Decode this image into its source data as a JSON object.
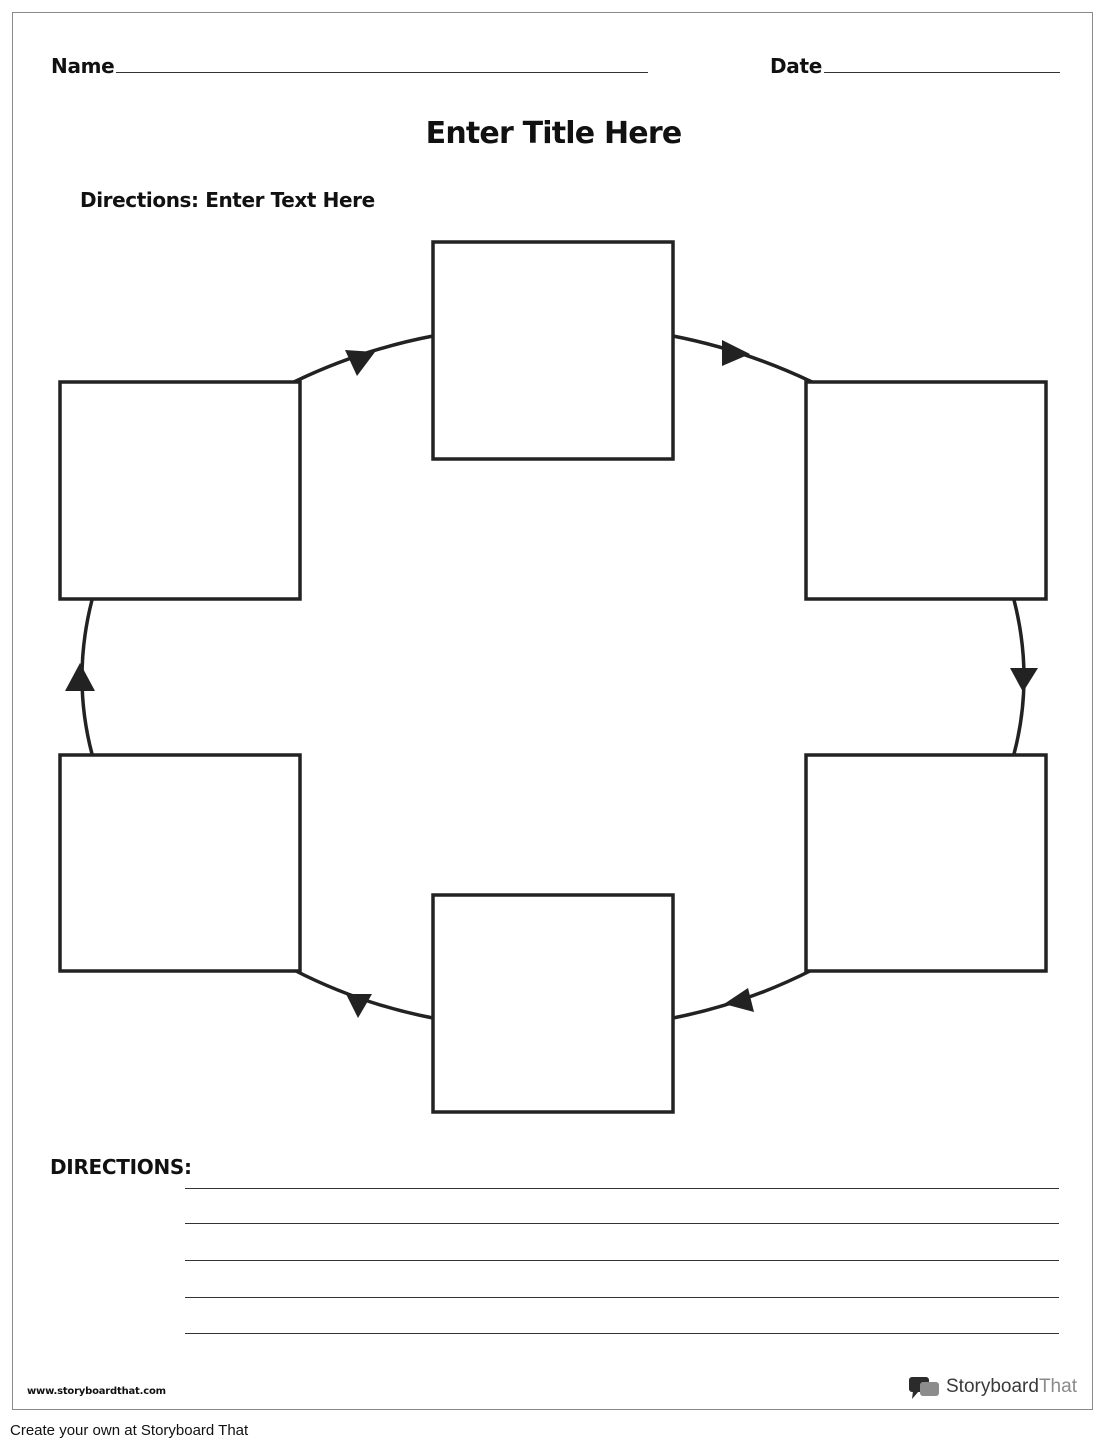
{
  "header": {
    "name_label": "Name",
    "date_label": "Date"
  },
  "title": "Enter Title Here",
  "directions_top": "Directions: Enter Text Here",
  "directions_bottom_label": "DIRECTIONS:",
  "footer": {
    "url": "www.storyboardthat.com",
    "brand_bold": "Storyboard",
    "brand_thin": "That",
    "create_link": "Create your own at Storyboard That"
  },
  "diagram": {
    "box_count": 6,
    "arrow_direction": "clockwise",
    "stroke_color": "#222222"
  }
}
